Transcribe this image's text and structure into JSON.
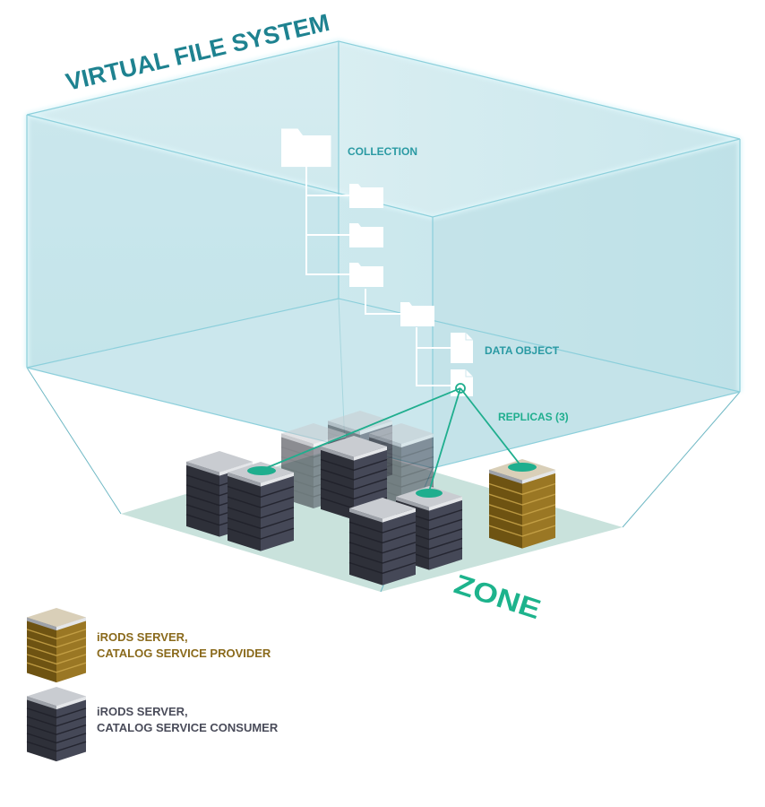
{
  "title": "VIRTUAL FILE SYSTEM",
  "labels": {
    "collection": "COLLECTION",
    "data_object": "DATA OBJECT",
    "replicas": "REPLICAS (3)",
    "zone": "ZONE"
  },
  "legend": {
    "provider": {
      "line1": "iRODS SERVER,",
      "line2": "CATALOG SERVICE PROVIDER"
    },
    "consumer": {
      "line1": "iRODS SERVER,",
      "line2": "CATALOG SERVICE CONSUMER"
    }
  },
  "colors": {
    "title": "#1e8290",
    "label": "#2a9aa3",
    "replica": "#1fae8e",
    "zone": "#1db38c",
    "box_fill": "#b9e0e6",
    "box_edge": "#7fc6d2",
    "zone_floor": "#c6e0da",
    "server_dark": "#3a3d4c",
    "server_gold": "#8a6a1c",
    "provider_text": "#8a6a1c",
    "consumer_text": "#4a4c5a"
  },
  "icons": {
    "folder": "folder-icon",
    "file": "file-icon",
    "server": "server-icon"
  }
}
